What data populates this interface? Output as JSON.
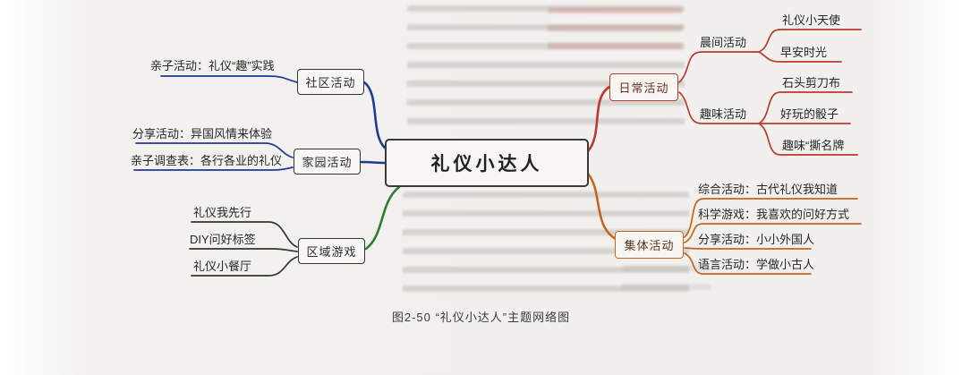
{
  "figure": {
    "caption": "图2-50 “礼仪小达人”主题网络图"
  },
  "colors": {
    "center_border": "#3a3a3a",
    "blue": "#1f3a93",
    "green": "#2e7d32",
    "red": "#b93a2e",
    "orange": "#c2661f",
    "dark_line": "#33333a",
    "text": "#26262a"
  },
  "mindmap": {
    "center": "礼仪小达人",
    "left": [
      {
        "label": "社区活动",
        "children": [
          "亲子活动：礼仪“趣”实践"
        ]
      },
      {
        "label": "家园活动",
        "children": [
          "分享活动：异国风情来体验",
          "亲子调查表：各行各业的礼仪"
        ]
      },
      {
        "label": "区域游戏",
        "children": [
          "礼仪我先行",
          "DIY问好标签",
          "礼仪小餐厅"
        ]
      }
    ],
    "right": [
      {
        "label": "日常活动",
        "children": [
          {
            "label": "晨间活动",
            "children": [
              "礼仪小天使",
              "早安时光"
            ]
          },
          {
            "label": "趣味活动",
            "children": [
              "石头剪刀布",
              "好玩的骰子",
              "趣味“撕名牌"
            ]
          }
        ]
      },
      {
        "label": "集体活动",
        "children": [
          "综合活动：古代礼仪我知道",
          "科学游戏：我喜欢的问好方式",
          "分享活动：小小外国人",
          "语言活动：学做小古人"
        ]
      }
    ]
  }
}
